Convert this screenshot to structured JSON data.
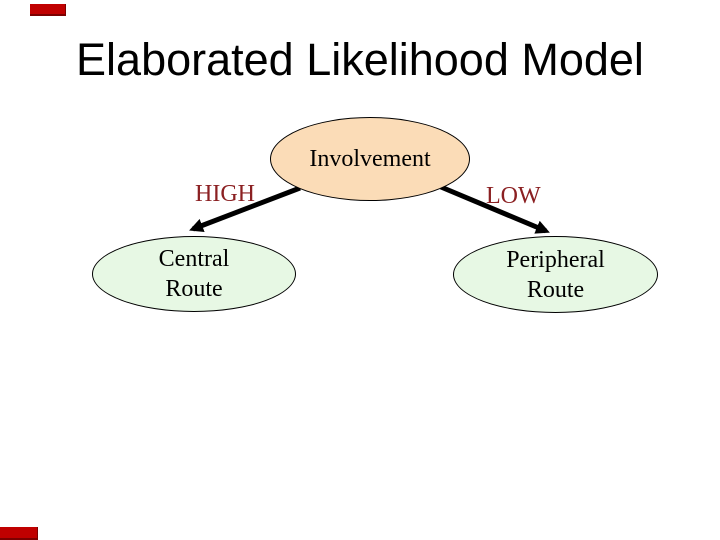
{
  "slide": {
    "title": "Elaborated Likelihood Model",
    "colors": {
      "decor_red": "#c00000",
      "decor_red_dark": "#7c0000",
      "involvement_fill": "#fbdcb7",
      "route_fill": "#e7f8e4",
      "edge_label_color": "#8b2022",
      "connector_color": "#000000"
    },
    "nodes": {
      "involvement": {
        "label": "Involvement"
      },
      "central": {
        "label": "Central\nRoute"
      },
      "peripheral": {
        "label": "Peripheral\nRoute"
      }
    },
    "edges": {
      "high": {
        "label": "HIGH"
      },
      "low": {
        "label": "LOW"
      }
    }
  }
}
